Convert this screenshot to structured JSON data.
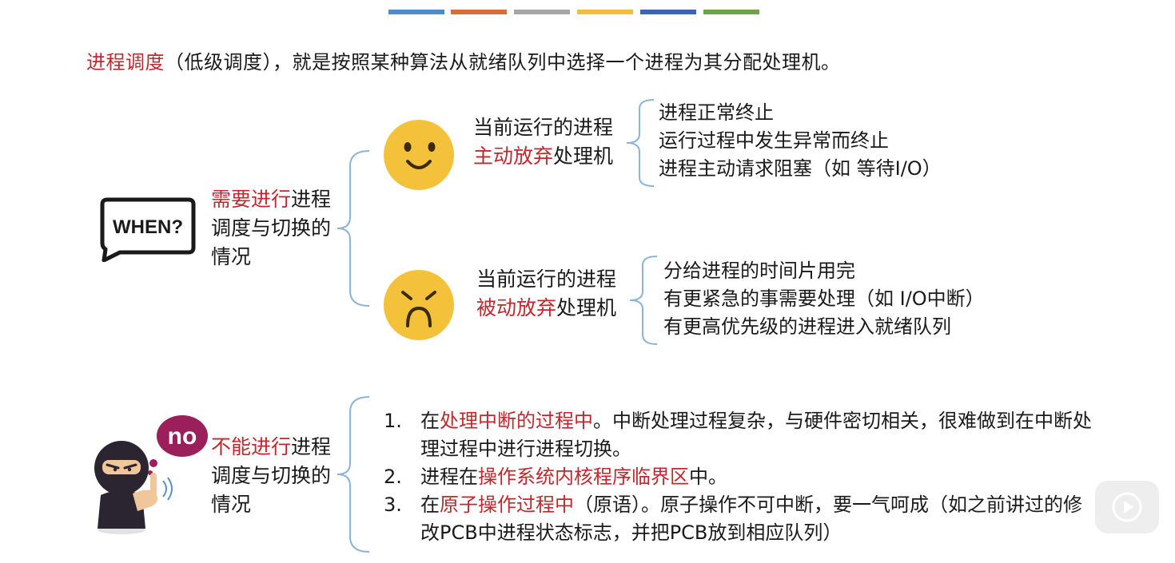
{
  "top_bars": [
    "#4e8cc9",
    "#d86c3a",
    "#a6a6a6",
    "#f0bd3c",
    "#3d63b6",
    "#6fa34a"
  ],
  "headline": {
    "red": "进程调度",
    "rest": "（低级调度），就是按照某种算法从就绪队列中选择一个进程为其分配处理机。"
  },
  "when_badge": "WHEN?",
  "no_badge": "no",
  "need": {
    "label_red": "需要进行",
    "label_rest": "进程调度与切换的情况",
    "voluntary": {
      "pre": "当前运行的进程",
      "red": "主动放弃",
      "post": "处理机",
      "items": [
        "进程正常终止",
        "运行过程中发生异常而终止",
        "进程主动请求阻塞（如 等待I/O）"
      ]
    },
    "involuntary": {
      "pre": "当前运行的进程",
      "red": "被动放弃",
      "post": "处理机",
      "items": [
        "分给进程的时间片用完",
        "有更紧急的事需要处理（如 I/O中断）",
        "有更高优先级的进程进入就绪队列"
      ]
    }
  },
  "cannot": {
    "label_red": "不能进行",
    "label_rest": "进程调度与切换的情况",
    "items": [
      {
        "num": "1.",
        "pre": "在",
        "red": "处理中断的过程中",
        "post": "。中断处理过程复杂，与硬件密切相关，很难做到在中断处理过程中进行进程切换。"
      },
      {
        "num": "2.",
        "pre": "进程在",
        "red": "操作系统内核程序临界区",
        "post": "中。"
      },
      {
        "num": "3.",
        "pre": "在",
        "red": "原子操作过程中",
        "post": "（原语）。原子操作不可中断，要一气呵成（如之前讲过的修改PCB中进程状态标志，并把PCB放到相应队列）"
      }
    ]
  },
  "colors": {
    "accent_red": "#c0282d",
    "brace": "#8ab4d8",
    "emoji": "#f3c13a"
  }
}
